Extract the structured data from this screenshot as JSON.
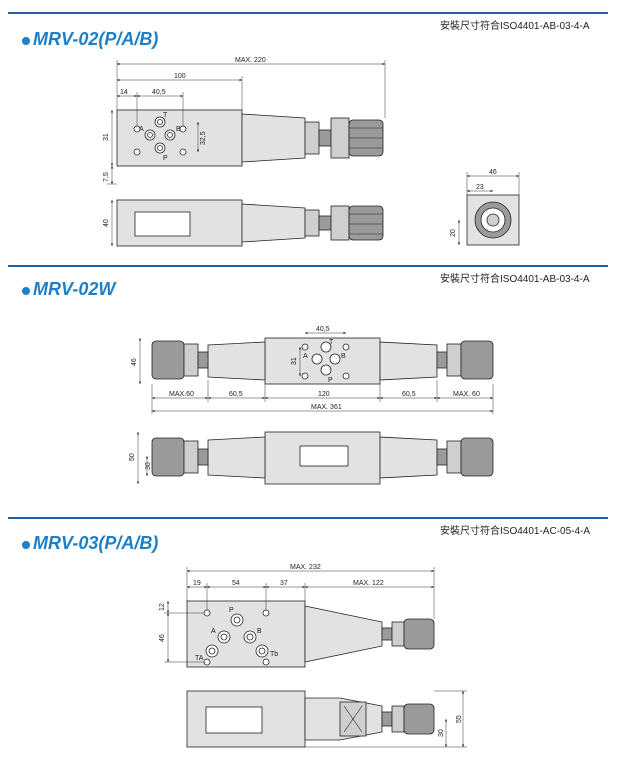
{
  "sections": [
    {
      "id": "mrv02",
      "title": "MRV-02(P/A/B)",
      "standard": "安裝尺寸符合ISO4401-AB-03-4-A",
      "dims": {
        "overall": "MAX. 220",
        "body_len": "100",
        "left_offset": "14",
        "port_spacing": "40,5",
        "height_left": "31",
        "height_right": "32,5",
        "bottom_gap": "7,5",
        "side_height": "40",
        "end_width": "46",
        "end_half": "23",
        "end_height": "20"
      },
      "ports": [
        "A",
        "B",
        "T",
        "P"
      ]
    },
    {
      "id": "mrv02w",
      "title": "MRV-02W",
      "standard": "安裝尺寸符合ISO4401-AB-03-4-A",
      "dims": {
        "port_spacing": "40,5",
        "height_port": "31",
        "height_left": "46",
        "seg_max_left": "MAX.60",
        "seg_left": "60,5",
        "seg_center": "120",
        "seg_right": "60,5",
        "seg_max_right": "MAX. 60",
        "overall": "MAX. 361",
        "side_height": "50",
        "side_inner": "30"
      },
      "ports": [
        "A",
        "B",
        "T",
        "P"
      ]
    },
    {
      "id": "mrv03",
      "title": "MRV-03(P/A/B)",
      "standard": "安裝尺寸符合ISO4401-AC-05-4-A",
      "dims": {
        "overall": "MAX. 232",
        "seg1": "19",
        "seg2": "54",
        "seg3": "37",
        "seg4": "MAX. 122",
        "top_gap": "12",
        "height_left": "46",
        "side_height": "55",
        "side_inner": "30"
      },
      "ports": [
        "P",
        "A",
        "B",
        "TA",
        "Tb"
      ]
    }
  ]
}
